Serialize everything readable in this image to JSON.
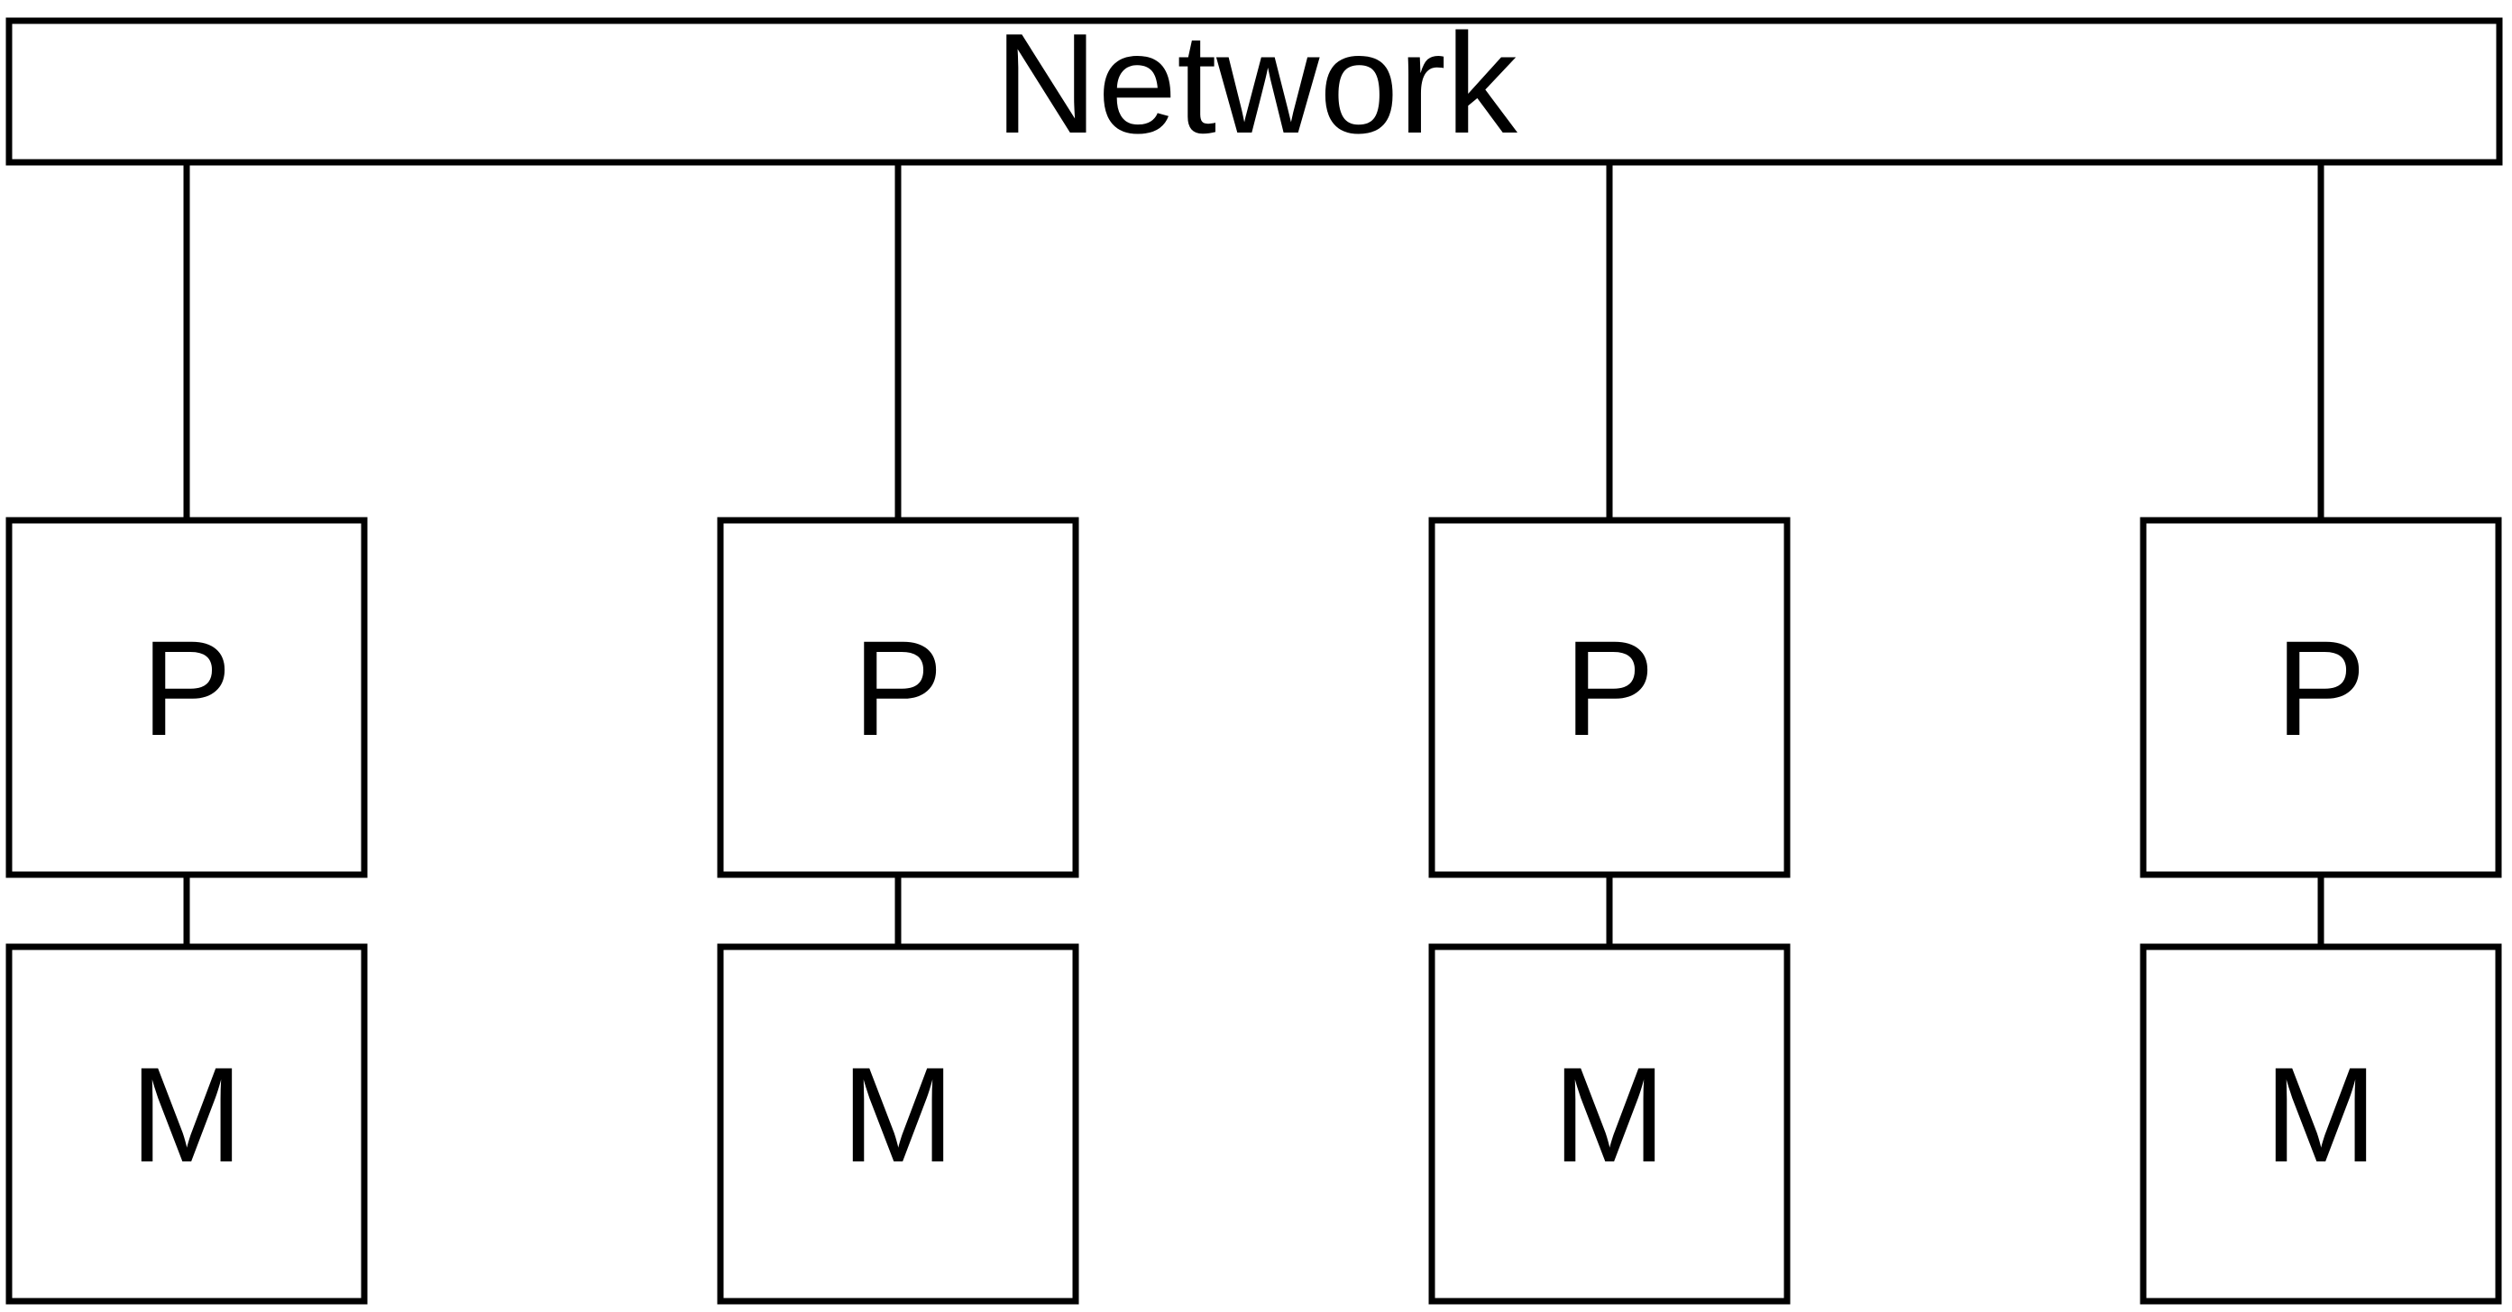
{
  "network": {
    "label": "Network"
  },
  "nodes": [
    {
      "processor_label": "P",
      "memory_label": "M"
    },
    {
      "processor_label": "P",
      "memory_label": "M"
    },
    {
      "processor_label": "P",
      "memory_label": "M"
    },
    {
      "processor_label": "P",
      "memory_label": "M"
    }
  ],
  "colors": {
    "stroke": "#000000",
    "background": "#ffffff"
  }
}
